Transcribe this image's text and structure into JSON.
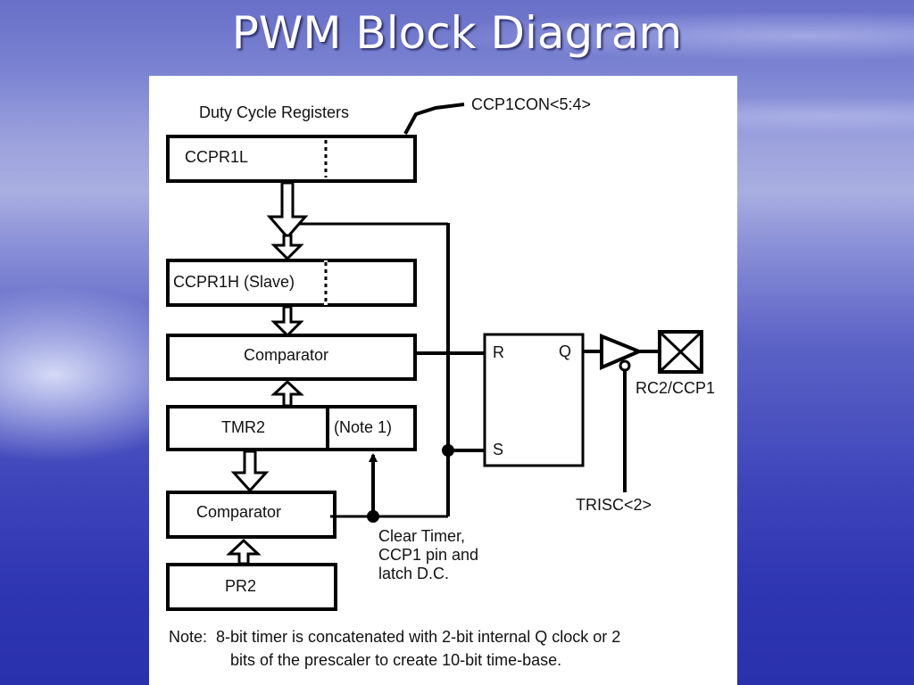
{
  "slide": {
    "title": "PWM Block Diagram"
  },
  "diagram": {
    "labels": {
      "duty_cycle_registers": "Duty Cycle Registers",
      "ccp1con": "CCP1CON<5:4>",
      "rc2_ccp1": "RC2/CCP1",
      "trisc": "TRISC<2>",
      "clear_timer_line1": "Clear Timer,",
      "clear_timer_line2": "CCP1 pin and",
      "clear_timer_line3": "latch D.C."
    },
    "blocks": {
      "ccpr1l": "CCPR1L",
      "ccpr1h": "CCPR1H (Slave)",
      "comparator_top": "Comparator",
      "tmr2": "TMR2",
      "note1": "(Note 1)",
      "comparator_bottom": "Comparator",
      "pr2": "PR2"
    },
    "flipflop": {
      "r": "R",
      "s": "S",
      "q": "Q"
    },
    "note": {
      "line1": "Note:  8-bit timer is concatenated with 2-bit internal Q clock or 2",
      "line2": "bits of the prescaler to create 10-bit time-base."
    }
  }
}
